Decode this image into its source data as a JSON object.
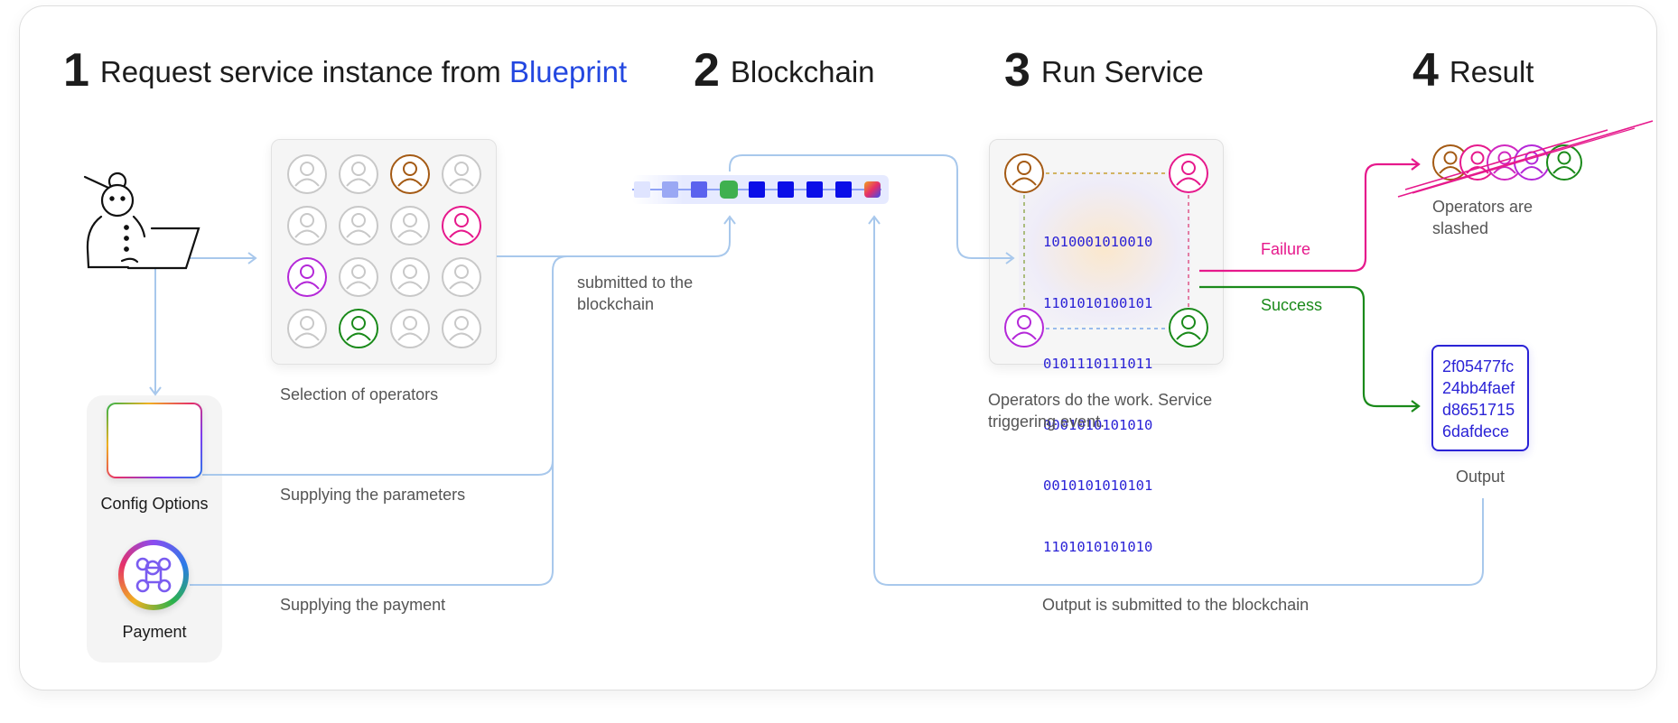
{
  "steps": {
    "s1": {
      "num": "1",
      "text": "Request service instance from ",
      "highlight": "Blueprint"
    },
    "s2": {
      "num": "2",
      "text": "Blockchain"
    },
    "s3": {
      "num": "3",
      "text": "Run Service"
    },
    "s4": {
      "num": "4",
      "text": "Result"
    }
  },
  "labels": {
    "selection": "Selection of operators",
    "config": "Config Options",
    "payment": "Payment",
    "params": "Supplying the parameters",
    "pay_supply": "Supplying the payment",
    "submitted_1": "submitted to the",
    "submitted_2": "blockchain",
    "work_1": "Operators do the work. Service",
    "work_2": "triggering event.",
    "failure": "Failure",
    "success": "Success",
    "slashed_1": "Operators are",
    "slashed_2": "slashed",
    "output": "Output",
    "output_submit": "Output is submitted to the blockchain"
  },
  "binary": [
    "1010001010010",
    "1101010100101",
    "0101110111011",
    "0001010101010",
    "0010101010101",
    "1101010101010"
  ],
  "output_hash": [
    "2f05477fc",
    "24bb4faef",
    "d8651715",
    "6dafdece"
  ],
  "colors": {
    "flow": "#a8c8ec",
    "accent_blue": "#2347e0",
    "brown": "#a45a14",
    "pink": "#e6198c",
    "purple": "#b428d8",
    "green": "#1a8a1a",
    "grey": "#c8c8c8",
    "binary": "#2a22d6"
  }
}
